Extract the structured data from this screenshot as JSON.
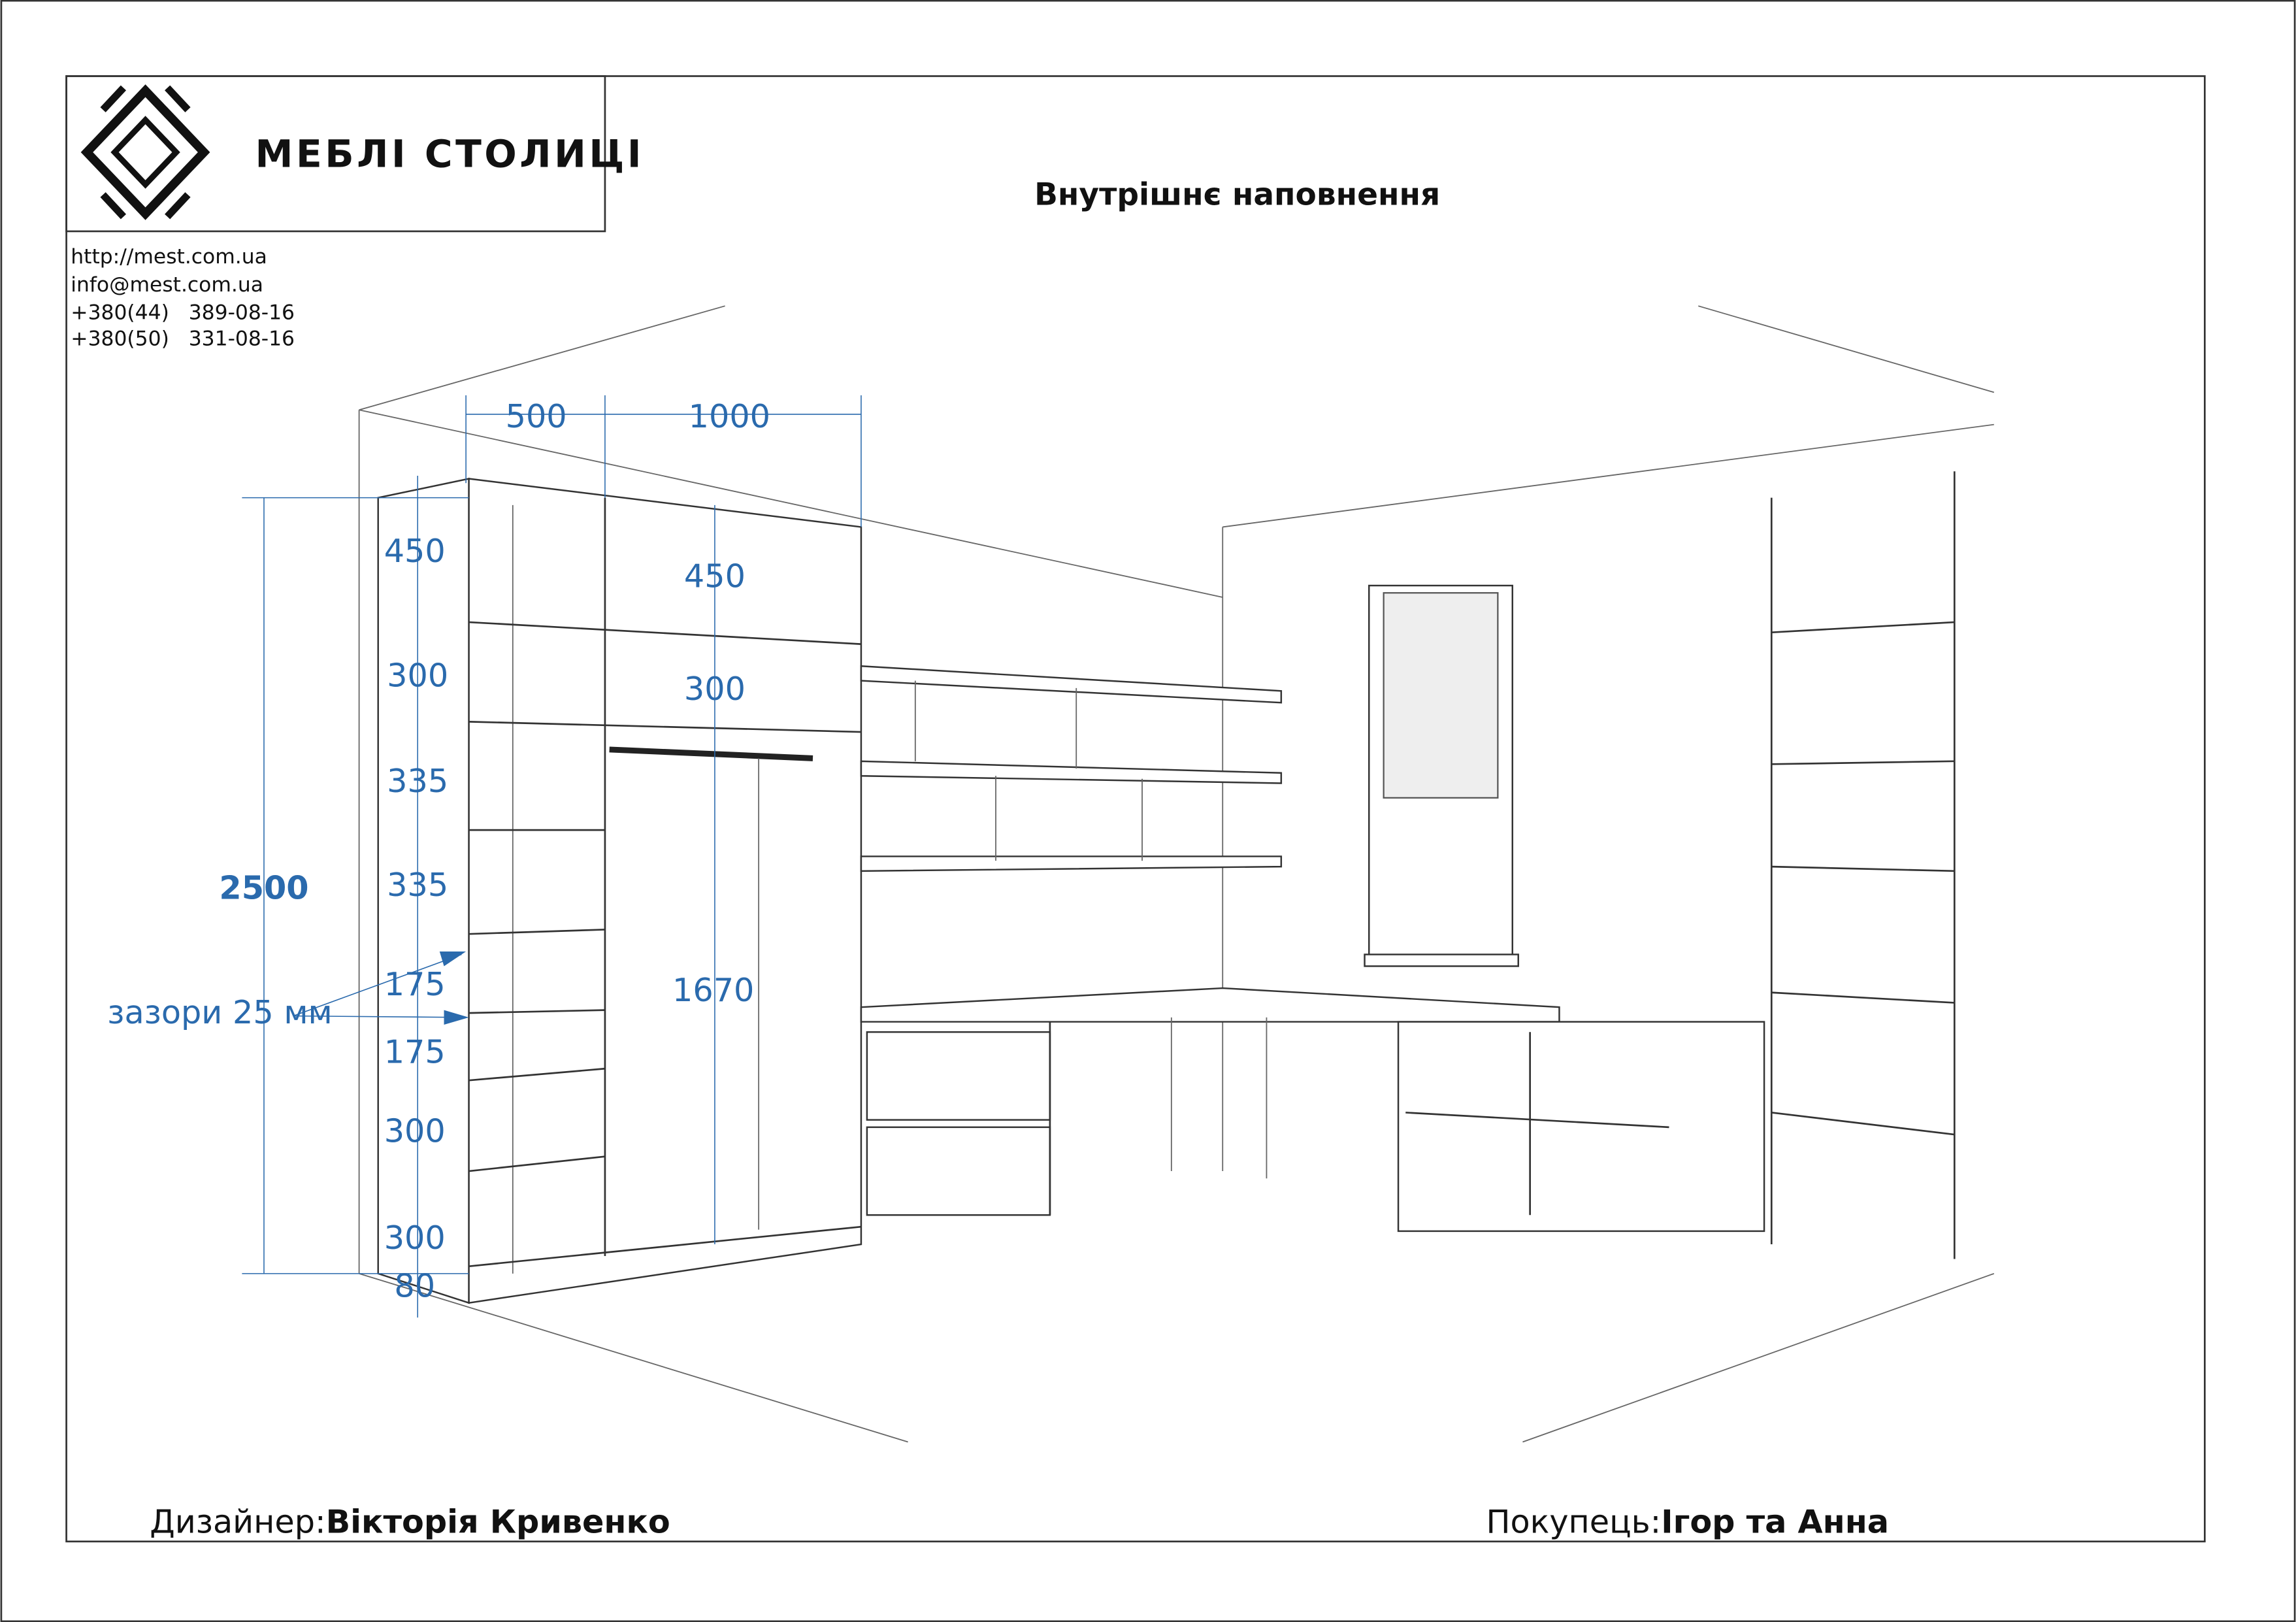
{
  "logo": {
    "brand": "МЕБЛІ СТОЛИЦІ"
  },
  "title": "Внутрішнє наповнення",
  "contacts": [
    "http://mest.com.ua",
    "info@mest.com.ua",
    "+380(44)   389-08-16",
    "+380(50)   331-08-16"
  ],
  "dimensions": {
    "width_left": "500",
    "width_right": "1000",
    "left_col": [
      "450",
      "300",
      "335",
      "335",
      "175",
      "175",
      "300",
      "300",
      "80"
    ],
    "right_col_top": "450",
    "right_col_second": "300",
    "hanging": "1670",
    "total_height": "2500",
    "gap_note": "зазори 25 мм"
  },
  "footer": {
    "designer_label": "Дизайнер:",
    "designer_name": "Вікторія Кривенко",
    "customer_label": "Покупець:",
    "customer_name": "Ігор та Анна"
  },
  "colors": {
    "dimension": "#2a6aad",
    "line": "#333333"
  }
}
